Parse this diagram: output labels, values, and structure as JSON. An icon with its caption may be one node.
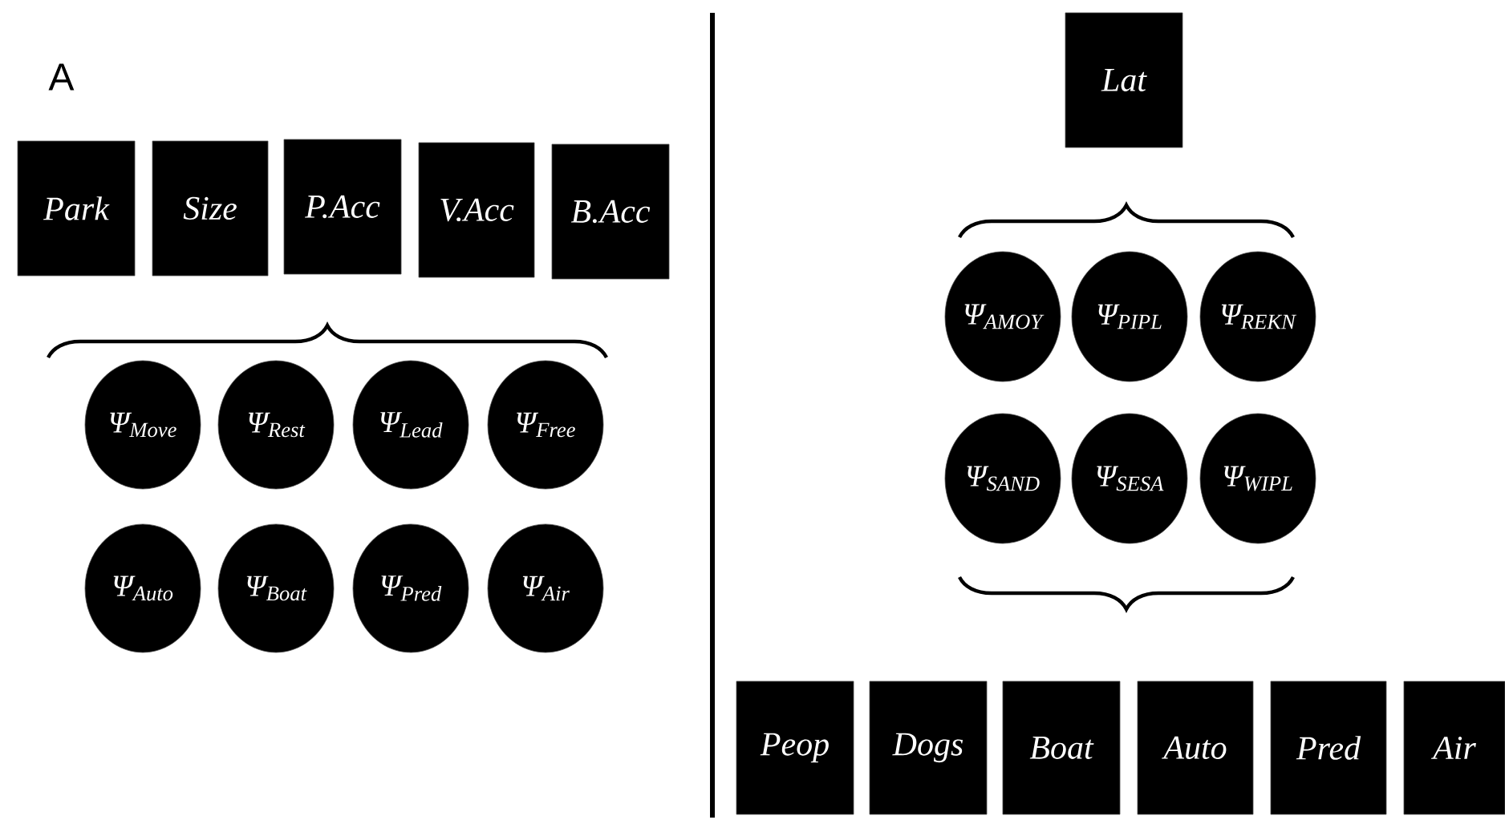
{
  "diagram": {
    "nodes": [
      {
        "text": [
          "Park"
        ]
      },
      {
        "text": [
          "Size"
        ]
      },
      {
        "text": [
          "P.Acc"
        ]
      },
      {
        "text": [
          "V.Acc"
        ]
      },
      {
        "text": [
          "B.Acc"
        ]
      },
      {
        "text": [
          "Ψ$_{Move}$"
        ]
      },
      {
        "text": [
          "Ψ$_{Rest}$"
        ]
      },
      {
        "text": [
          "Ψ$_{Lead}$"
        ]
      },
      {
        "text": [
          "Ψ$_{Free}$"
        ]
      },
      {
        "text": [
          "Ψ$_{Auto}$"
        ]
      },
      {
        "text": [
          "Ψ$_{Boat}$"
        ]
      },
      {
        "text": [
          "Ψ$_{Pred}$"
        ]
      },
      {
        "text": [
          "Ψ$_{Air}$"
        ]
      },
      {
        "text": [
          "Lat"
        ]
      },
      {
        "text": [
          "Ψ$_{AMOY}$"
        ]
      },
      {
        "text": [
          "Ψ$_{PIPL}$"
        ]
      },
      {
        "text": [
          "Ψ$_{REKN}$"
        ]
      },
      {
        "text": [
          "Ψ$_{SAND}$"
        ]
      },
      {
        "text": [
          "Ψ$_{SESA}$"
        ]
      },
      {
        "text": [
          "Ψ$_{WIPL}$"
        ]
      },
      {
        "text": [
          "Peop"
        ]
      },
      {
        "text": [
          "Dogs"
        ]
      },
      {
        "text": [
          "Boat"
        ]
      },
      {
        "text": [
          "Auto"
        ]
      },
      {
        "text": [
          "Pred"
        ]
      },
      {
        "text": [
          "Air"
        ]
      }
    ],
    "labels": [
      "A"
    ]
  }
}
